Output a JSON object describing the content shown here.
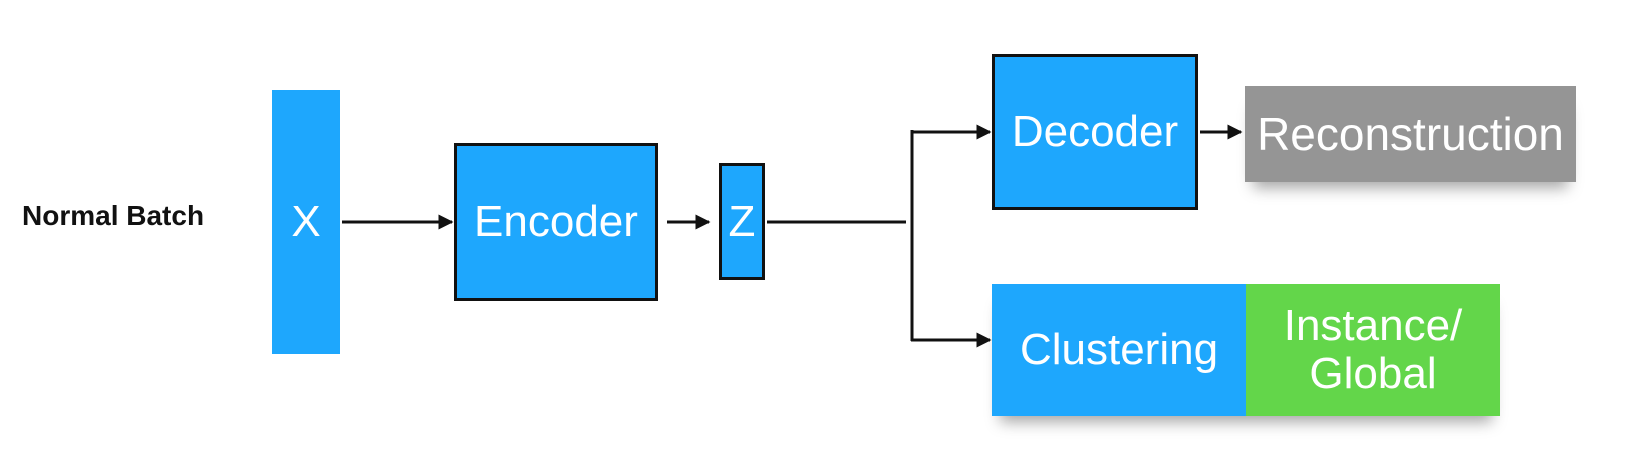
{
  "diagram": {
    "caption": "Normal Batch",
    "nodes": {
      "x": "X",
      "encoder": "Encoder",
      "z": "Z",
      "decoder": "Decoder",
      "reconstruction": "Reconstruction",
      "clustering": "Clustering",
      "instance_line1": "Instance/",
      "instance_line2": "Global"
    },
    "colors": {
      "blue": "#1ea7fd",
      "gray": "#959595",
      "green": "#63d64a",
      "stroke": "#111111"
    }
  }
}
